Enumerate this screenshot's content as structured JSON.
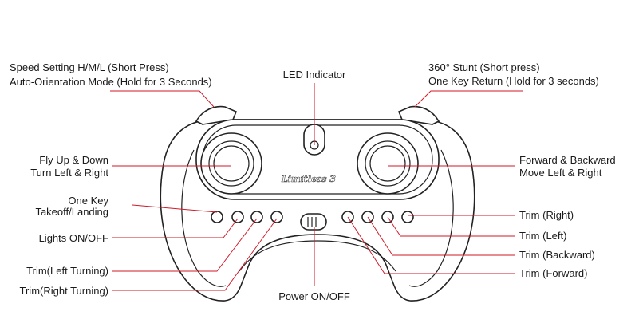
{
  "labels": {
    "speed_setting": "Speed Setting H/M/L (Short Press)",
    "auto_orientation": "Auto-Orientation Mode (Hold for 3 Seconds)",
    "led_indicator": "LED Indicator",
    "stunt_360": "360° Stunt (Short press)",
    "one_key_return": "One Key Return (Hold for 3 seconds)",
    "fly_up_down": "Fly Up & Down",
    "turn_left_right": "Turn Left & Right",
    "forward_backward": "Forward & Backward",
    "move_left_right": "Move Left & Right",
    "one_key": "One Key",
    "takeoff_landing": "Takeoff/Landing",
    "lights": "Lights ON/OFF",
    "trim_left_turning": "Trim(Left Turning)",
    "trim_right_turning": "Trim(Right Turning)",
    "power": "Power ON/OFF",
    "trim_right": "Trim (Right)",
    "trim_left": "Trim (Left)",
    "trim_backward": "Trim (Backward)",
    "trim_forward": "Trim (Forward)"
  },
  "logo_text": "Limitless 3",
  "colors": {
    "leader_line": "#d11a2a",
    "outline": "#222222",
    "label_text": "#1a1a1a"
  }
}
